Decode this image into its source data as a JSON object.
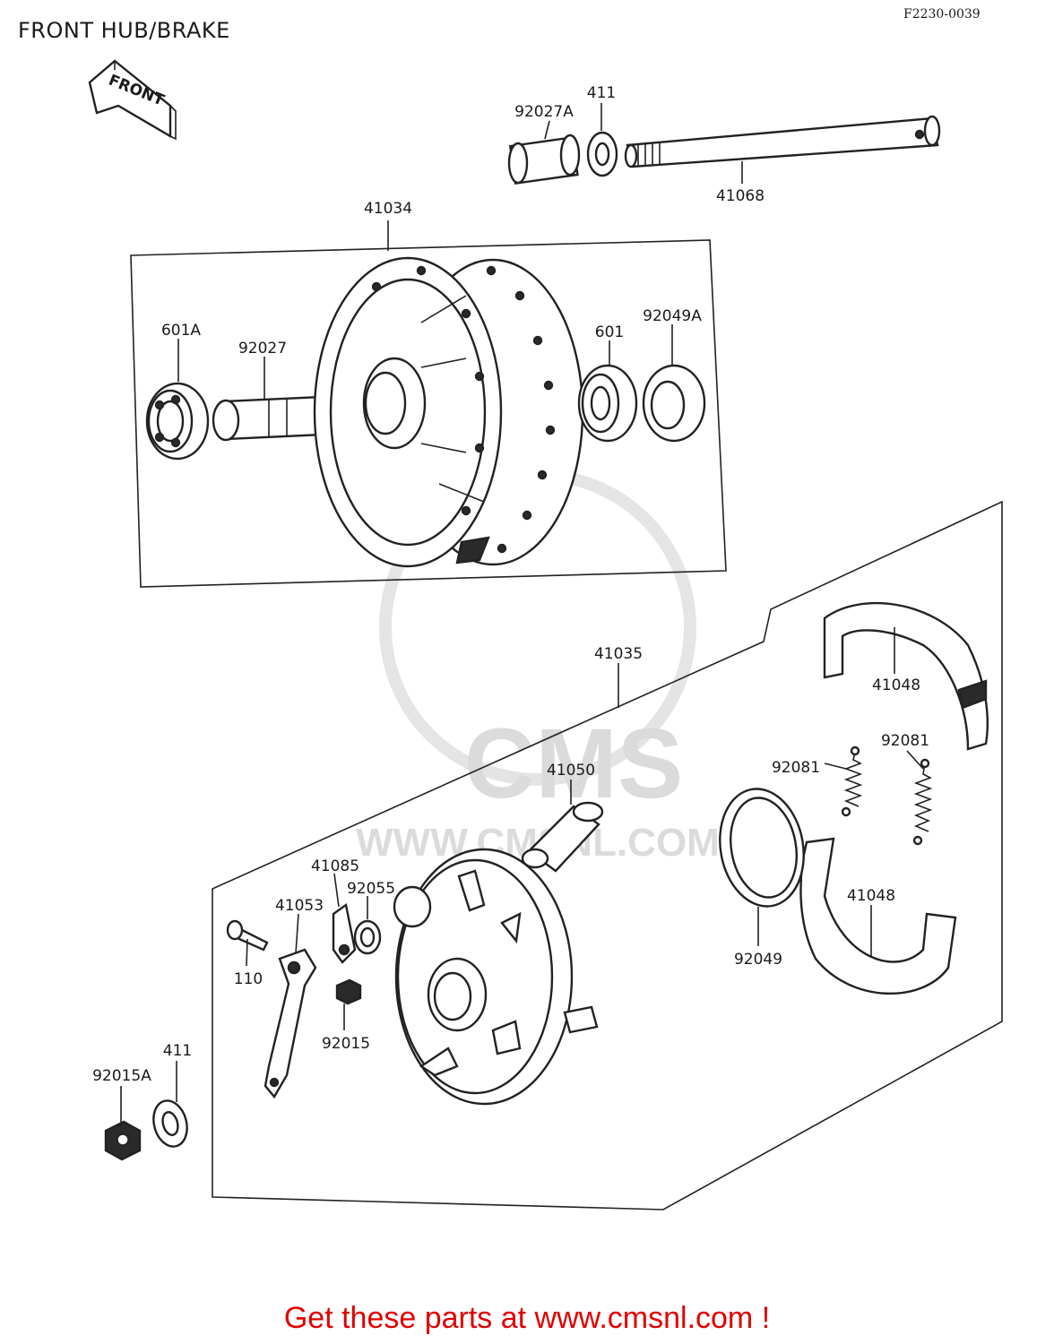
{
  "header": {
    "title": "FRONT HUB/BRAKE",
    "ref_code": "F2230-0039"
  },
  "front_arrow": {
    "label": "FRONT"
  },
  "watermark": {
    "logo": "CMS",
    "url": "WWW.CMSNL.COM"
  },
  "footer": {
    "text": "Get these parts at www.cmsnl.com !"
  },
  "parts": {
    "p92027A": "92027A",
    "p411_top": "411",
    "p41068": "41068",
    "p41034": "41034",
    "p601A": "601A",
    "p92027": "92027",
    "p601": "601",
    "p92049A": "92049A",
    "p41035": "41035",
    "p41048_top": "41048",
    "p92081_left": "92081",
    "p92081_right": "92081",
    "p41050": "41050",
    "p41085": "41085",
    "p92055": "92055",
    "p41053": "41053",
    "p110": "110",
    "p92015": "92015",
    "p41048_bottom": "41048",
    "p92049": "92049",
    "p411_bottom": "411",
    "p92015A": "92015A"
  }
}
